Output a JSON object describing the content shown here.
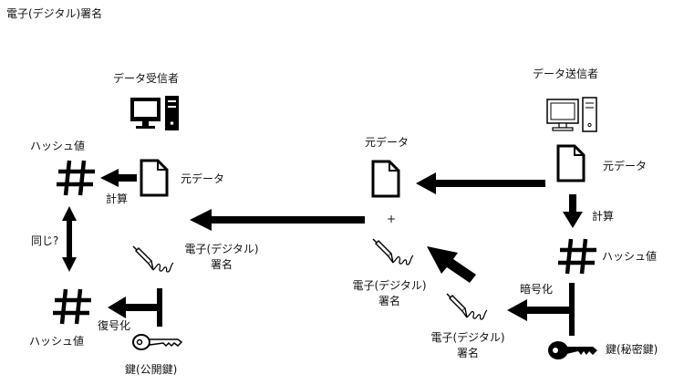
{
  "title": "電子(デジタル)署名",
  "receiver": {
    "heading": "データ受信者",
    "hash_top_label": "ハッシュ値",
    "compute_label": "計算",
    "original_label": "元データ",
    "same_label": "同じ?",
    "signature_label_line1": "電子(デジタル)",
    "signature_label_line2": "署名",
    "decrypt_label": "復号化",
    "hash_bottom_label": "ハッシュ値",
    "public_key_label": "鍵(公開鍵)"
  },
  "middle": {
    "original_label": "元データ",
    "plus": "+",
    "signature_label_line1": "電子(デジタル)",
    "signature_label_line2": "署名"
  },
  "sender": {
    "heading": "データ送信者",
    "original_label": "元データ",
    "compute_label": "計算",
    "hash_label": "ハッシュ値",
    "encrypt_label": "暗号化",
    "signature_label_line1": "電子(デジタル)",
    "signature_label_line2": "署名",
    "private_key_label": "鍵(秘密鍵)"
  },
  "icons": {
    "receiver_computer": "desktop-computer-icon",
    "sender_computer": "desktop-computer-icon",
    "document": "document-icon",
    "hash": "hash-icon",
    "signature": "fountain-pen-signature-icon",
    "public_key": "key-outline-icon",
    "private_key": "key-filled-icon"
  }
}
